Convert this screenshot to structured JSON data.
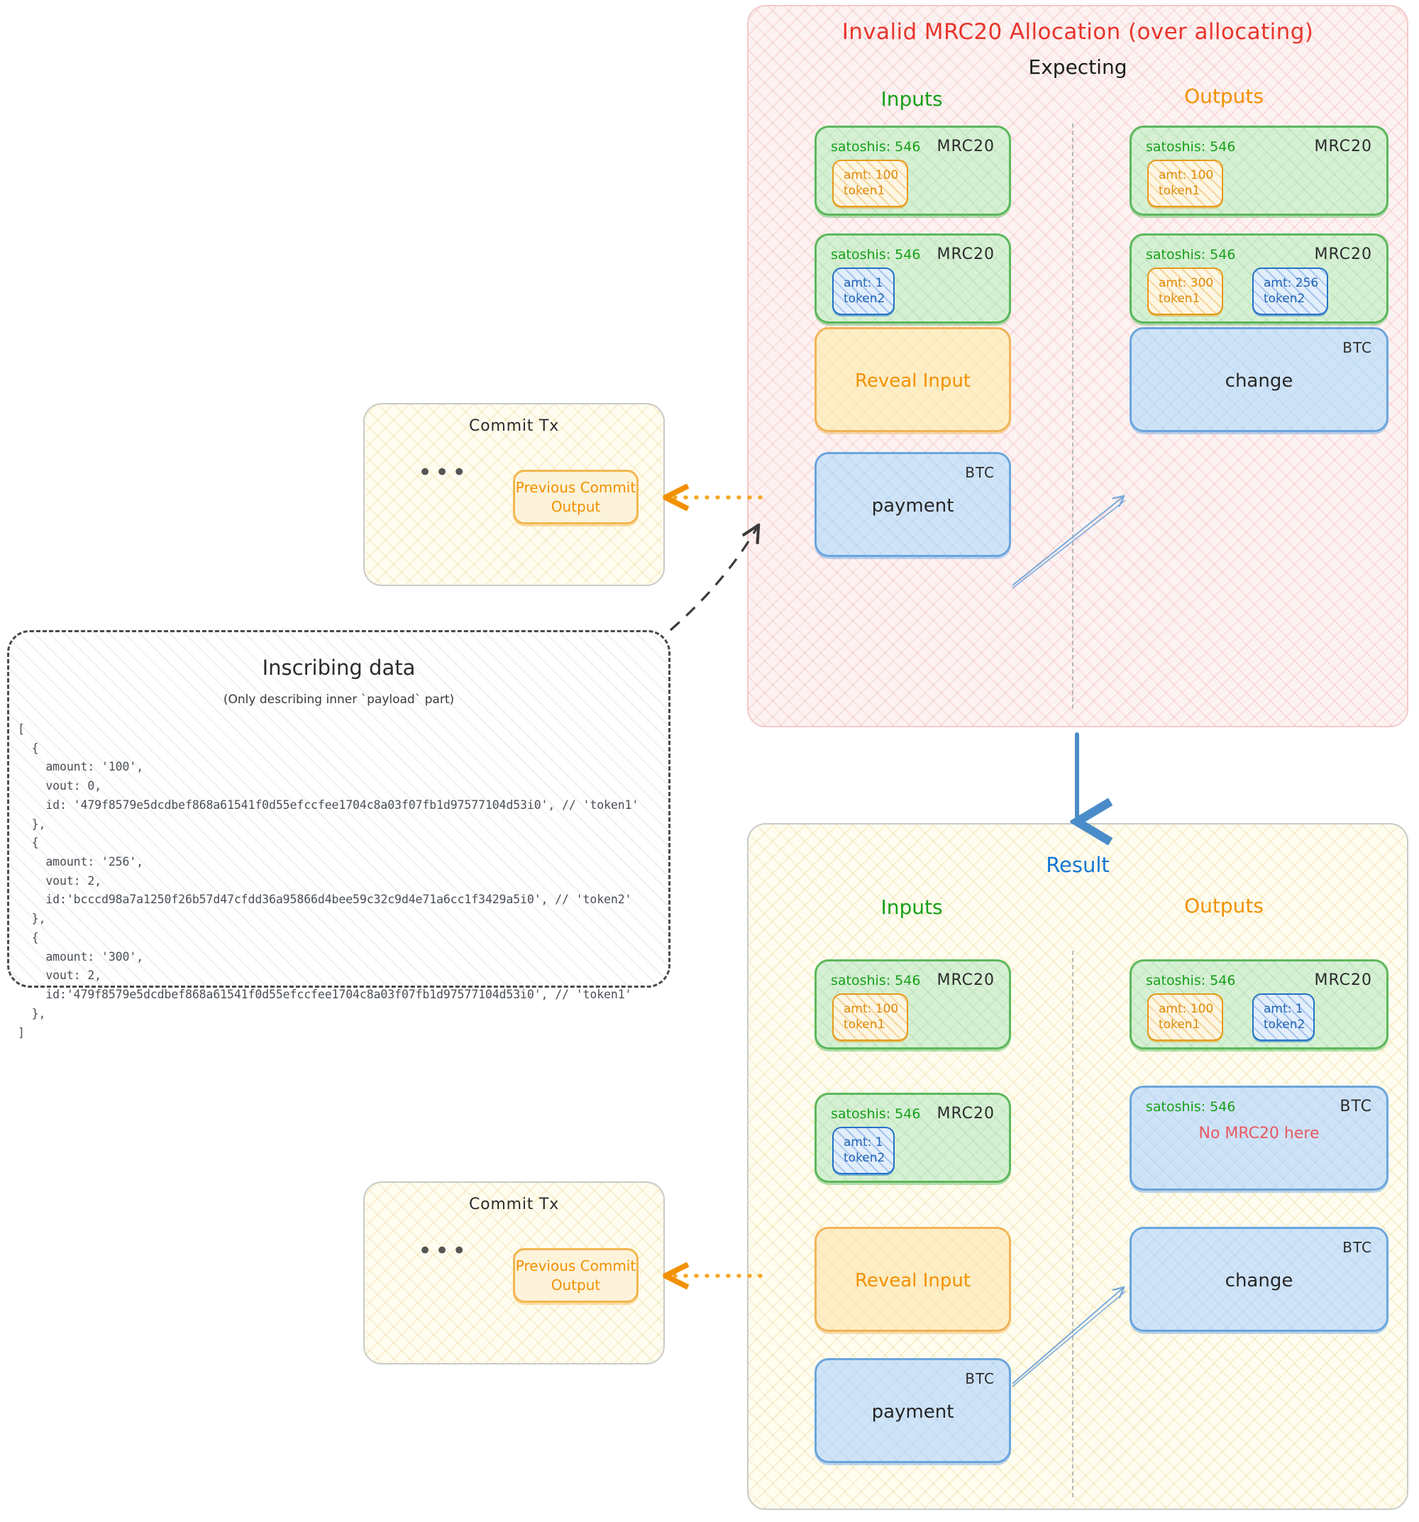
{
  "expecting_panel": {
    "title": "Invalid MRC20 Allocation (over allocating)",
    "subtitle": "Expecting",
    "inputs_title": "Inputs",
    "outputs_title": "Outputs",
    "inputs": [
      {
        "kind": "mrc20",
        "satoshis_label": "satoshis: 546",
        "tag": "MRC20",
        "chips": [
          {
            "amount": "amt: 100",
            "token": "token1",
            "color": "orange"
          }
        ]
      },
      {
        "kind": "mrc20",
        "satoshis_label": "satoshis: 546",
        "tag": "MRC20",
        "chips": [
          {
            "amount": "amt: 1",
            "token": "token2",
            "color": "blue"
          }
        ]
      },
      {
        "kind": "reveal",
        "label": "Reveal Input"
      },
      {
        "kind": "btc",
        "tag": "BTC",
        "label": "payment"
      }
    ],
    "outputs": [
      {
        "kind": "mrc20",
        "satoshis_label": "satoshis: 546",
        "tag": "MRC20",
        "chips": [
          {
            "amount": "amt: 100",
            "token": "token1",
            "color": "orange"
          }
        ]
      },
      {
        "kind": "mrc20",
        "satoshis_label": "satoshis: 546",
        "tag": "MRC20",
        "chips": [
          {
            "amount": "amt: 300",
            "token": "token1",
            "color": "orange"
          },
          {
            "amount": "amt: 256",
            "token": "token2",
            "color": "blue"
          }
        ]
      },
      {
        "kind": "btc",
        "tag": "BTC",
        "label": "change"
      }
    ]
  },
  "result_panel": {
    "title": "Result",
    "inputs_title": "Inputs",
    "outputs_title": "Outputs",
    "inputs": [
      {
        "kind": "mrc20",
        "satoshis_label": "satoshis: 546",
        "tag": "MRC20",
        "chips": [
          {
            "amount": "amt: 100",
            "token": "token1",
            "color": "orange"
          }
        ]
      },
      {
        "kind": "mrc20",
        "satoshis_label": "satoshis: 546",
        "tag": "MRC20",
        "chips": [
          {
            "amount": "amt: 1",
            "token": "token2",
            "color": "blue"
          }
        ]
      },
      {
        "kind": "reveal",
        "label": "Reveal Input"
      },
      {
        "kind": "btc",
        "tag": "BTC",
        "label": "payment"
      }
    ],
    "outputs": [
      {
        "kind": "mrc20",
        "satoshis_label": "satoshis: 546",
        "tag": "MRC20",
        "chips": [
          {
            "amount": "amt: 100",
            "token": "token1",
            "color": "orange"
          },
          {
            "amount": "amt: 1",
            "token": "token2",
            "color": "blue"
          }
        ]
      },
      {
        "kind": "btc_nomrc20",
        "satoshis_label": "satoshis: 546",
        "tag": "BTC",
        "note": "No MRC20 here"
      },
      {
        "kind": "btc",
        "tag": "BTC",
        "label": "change"
      }
    ]
  },
  "commit_tx_top": {
    "title": "Commit Tx",
    "ellipsis": "•••",
    "previous_commit_output": "Previous Commit\nOutput"
  },
  "commit_tx_bottom": {
    "title": "Commit Tx",
    "ellipsis": "•••",
    "previous_commit_output": "Previous Commit\nOutput"
  },
  "inscribing_data": {
    "title": "Inscribing data",
    "note": "(Only describing inner `payload` part)",
    "payload_text": "[\n  {\n    amount: '100',\n    vout: 0,\n    id: '479f8579e5dcdbef868a61541f0d55efccfee1704c8a03f07fb1d97577104d53i0', // 'token1'\n  },\n  {\n    amount: '256',\n    vout: 2,\n    id:'bcccd98a7a1250f26b57d47cfdd36a95866d4bee59c32c9d4e71a6cc1f3429a5i0', // 'token2'\n  },\n  {\n    amount: '300',\n    vout: 2,\n    id:'479f8579e5dcdbef868a61541f0d55efccfee1704c8a03f07fb1d97577104d53i0', // 'token1'\n  },\n]",
    "entries": [
      {
        "amount": "100",
        "vout": "0",
        "id": "479f8579e5dcdbef868a61541f0d55efccfee1704c8a03f07fb1d97577104d53i0",
        "comment": "token1"
      },
      {
        "amount": "256",
        "vout": "2",
        "id": "bcccd98a7a1250f26b57d47cfdd36a95866d4bee59c32c9d4e71a6cc1f3429a5i0",
        "comment": "token2"
      },
      {
        "amount": "300",
        "vout": "2",
        "id": "479f8579e5dcdbef868a61541f0d55efccfee1704c8a03f07fb1d97577104d53i0",
        "comment": "token1"
      }
    ]
  },
  "colors": {
    "error_red": "#e8352b",
    "inputs_green": "#17a019",
    "outputs_orange": "#f29100",
    "result_blue": "#1477d4",
    "note_red": "#e8595f",
    "token_orange": "#e08a0b",
    "token_blue": "#1f62b5",
    "btc_blue": "#6aa5dd"
  }
}
